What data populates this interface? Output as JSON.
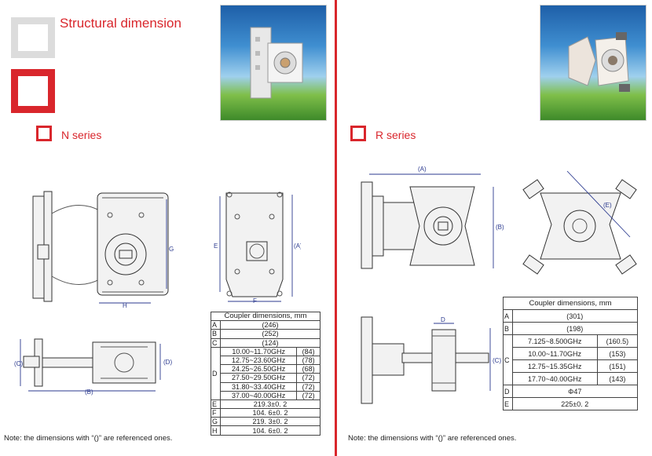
{
  "page": {
    "title": "Structural dimension",
    "note_left": "Note: the dimensions with “()” are referenced ones.",
    "note_right": "Note: the dimensions with “()” are referenced ones."
  },
  "n_series": {
    "label": "N series",
    "drawing_labels": {
      "g": "G",
      "h": "H",
      "e": "E",
      "f": "F",
      "a": "(A)",
      "b": "(B)",
      "c": "(C)",
      "d": "(D)"
    },
    "table": {
      "header": "Coupler dimensions, mm",
      "rows": [
        {
          "key": "A",
          "value": "(246)"
        },
        {
          "key": "B",
          "value": "(252)"
        },
        {
          "key": "C",
          "value": "(124)"
        }
      ],
      "d_key": "D",
      "d_rows": [
        {
          "band": "10.00~11.70GHz",
          "value": "(84)"
        },
        {
          "band": "12.75~23.60GHz",
          "value": "(78)"
        },
        {
          "band": "24.25~26.50GHz",
          "value": "(68)"
        },
        {
          "band": "27.50~29.50GHz",
          "value": "(72)"
        },
        {
          "band": "31.80~33.40GHz",
          "value": "(72)"
        },
        {
          "band": "37.00~40.00GHz",
          "value": "(72)"
        }
      ],
      "rows_after": [
        {
          "key": "E",
          "value": "219.3±0. 2"
        },
        {
          "key": "F",
          "value": "104. 6±0. 2"
        },
        {
          "key": "G",
          "value": "219. 3±0. 2"
        },
        {
          "key": "H",
          "value": "104. 6±0. 2"
        }
      ]
    }
  },
  "r_series": {
    "label": "R series",
    "drawing_labels": {
      "a": "(A)",
      "b": "(B)",
      "e": "(E)",
      "d": "D",
      "c": "(C)"
    },
    "table": {
      "header": "Coupler dimensions, mm",
      "rows": [
        {
          "key": "A",
          "value": "(301)"
        },
        {
          "key": "B",
          "value": "(198)"
        }
      ],
      "c_key": "C",
      "c_rows": [
        {
          "band": "7.125~8.500GHz",
          "value": "(160.5)"
        },
        {
          "band": "10.00~11.70GHz",
          "value": "(153)"
        },
        {
          "band": "12.75~15.35GHz",
          "value": "(151)"
        },
        {
          "band": "17.70~40.00GHz",
          "value": "(143)"
        }
      ],
      "rows_after": [
        {
          "key": "D",
          "value": "Φ47"
        },
        {
          "key": "E",
          "value": "225±0. 2"
        }
      ]
    }
  }
}
